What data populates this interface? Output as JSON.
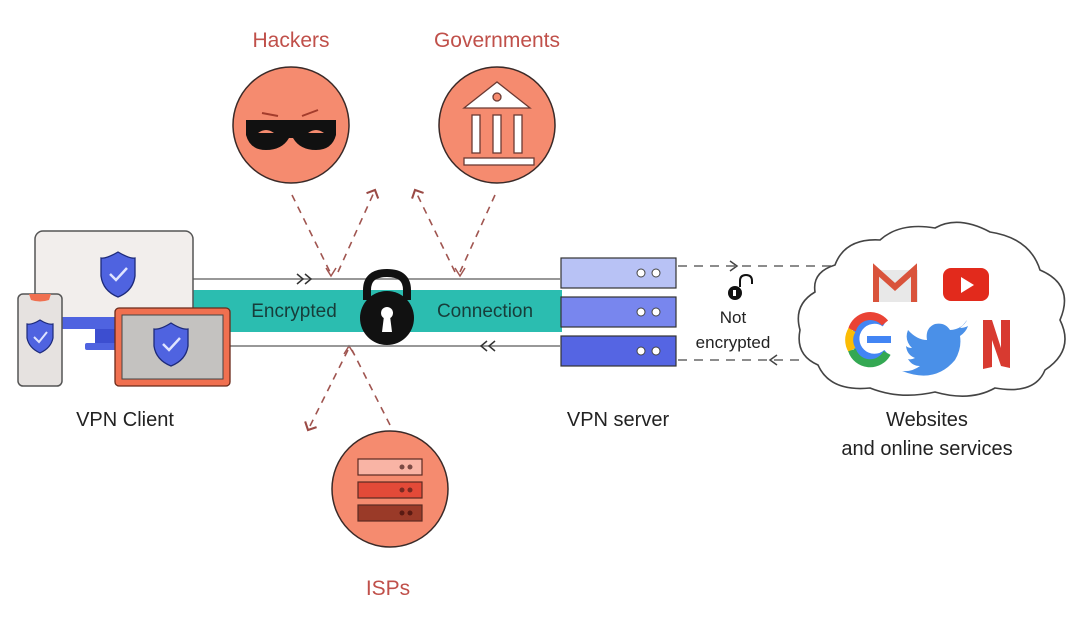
{
  "title": "VPN connection diagram",
  "colors": {
    "threat": "#f58b6f",
    "threat_label": "#c0504a",
    "tunnel": "#2bbdb0",
    "shield": "#4f63e0",
    "server_light": "#b8c2f5",
    "server_mid": "#7886ee",
    "server_dark": "#5565e3"
  },
  "threats": {
    "hackers": {
      "label": "Hackers",
      "icon": "mask-icon"
    },
    "governments": {
      "label": "Governments",
      "icon": "government-building-icon"
    },
    "isps": {
      "label": "ISPs",
      "icon": "server-stack-icon"
    }
  },
  "client": {
    "label": "VPN Client",
    "devices": [
      "desktop-monitor",
      "smartphone",
      "tablet"
    ]
  },
  "tunnel": {
    "left_label": "Encrypted",
    "right_label": "Connection",
    "icon": "padlock-icon"
  },
  "server": {
    "label": "VPN server"
  },
  "unencrypted_link": {
    "line1": "Not",
    "line2": "encrypted",
    "icon": "unlocked-padlock-icon"
  },
  "services": {
    "label_line1": "Websites",
    "label_line2": "and online services",
    "logos": [
      "gmail",
      "youtube",
      "google",
      "twitter",
      "netflix"
    ]
  }
}
